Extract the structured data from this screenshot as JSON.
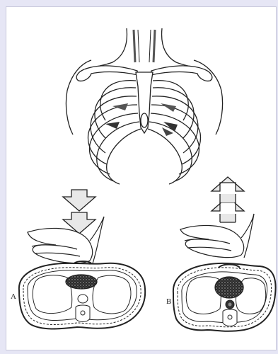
{
  "figure": {
    "panel_a_label": "A",
    "panel_b_label": "B",
    "panel_a_arrow": "down",
    "panel_b_arrow": "up"
  },
  "colors": {
    "background": "#e6e6f5",
    "panel": "#ffffff",
    "ink": "#222222",
    "shade": "#9a9a9a",
    "heart": "#2b2b2b"
  },
  "icons": {
    "compression_arrow": "double-arrow-down",
    "decompression_arrow": "double-arrow-up"
  }
}
